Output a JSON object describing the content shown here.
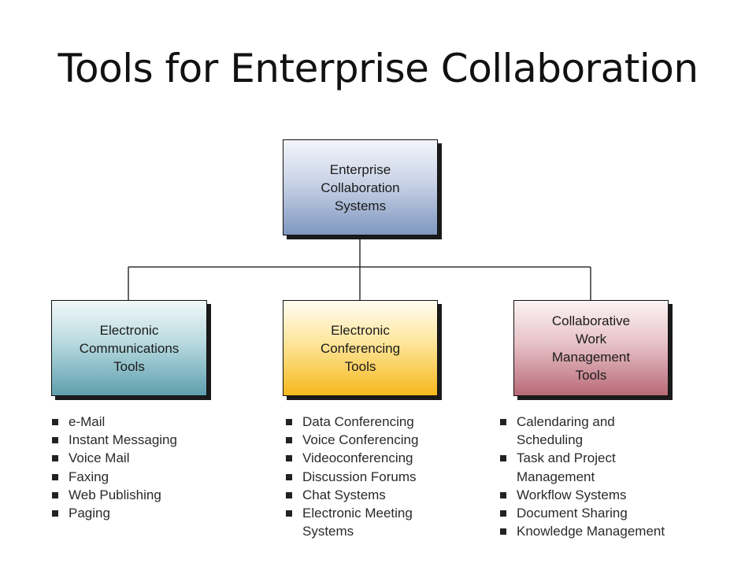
{
  "slide": {
    "title": "Tools for Enterprise Collaboration"
  },
  "diagram": {
    "root": {
      "label": "Enterprise\nCollaboration\nSystems"
    },
    "branches": [
      {
        "label": "Electronic\nCommunications\nTools",
        "items": [
          "e-Mail",
          "Instant Messaging",
          "Voice Mail",
          "Faxing",
          "Web Publishing",
          "Paging"
        ]
      },
      {
        "label": "Electronic\nConferencing\nTools",
        "items": [
          "Data Conferencing",
          "Voice Conferencing",
          "Videoconferencing",
          "Discussion Forums",
          "Chat Systems",
          "Electronic Meeting\nSystems"
        ]
      },
      {
        "label": "Collaborative\nWork\nManagement\nTools",
        "items": [
          "Calendaring and\nScheduling",
          "Task and Project\nManagement",
          "Workflow Systems",
          "Document Sharing",
          "Knowledge Management"
        ]
      }
    ],
    "colors": {
      "root": "#7f97c0",
      "communications": "#5e9fae",
      "conferencing": "#f6b81c",
      "work_management": "#b86a78",
      "connector": "#333333"
    }
  }
}
